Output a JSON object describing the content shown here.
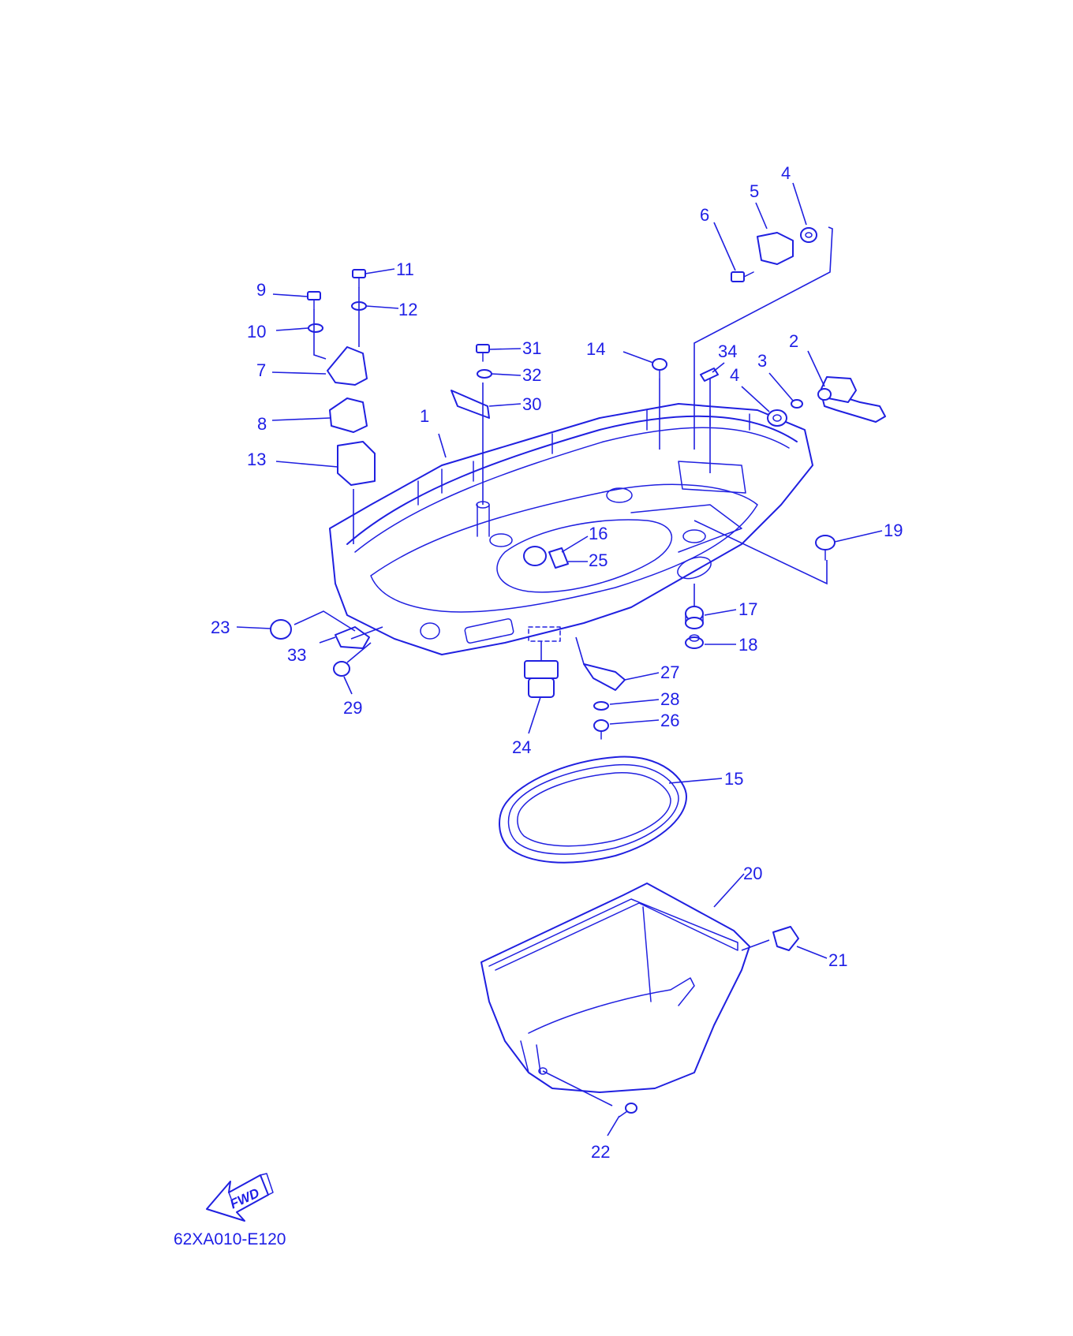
{
  "diagram": {
    "code": "62XA010-E120",
    "fwd_label": "FWD",
    "callouts": {
      "c1": "1",
      "c2": "2",
      "c3": "3",
      "c4a": "4",
      "c4b": "4",
      "c5": "5",
      "c6": "6",
      "c7": "7",
      "c8": "8",
      "c9": "9",
      "c10": "10",
      "c11": "11",
      "c12": "12",
      "c13": "13",
      "c14": "14",
      "c15": "15",
      "c16": "16",
      "c17": "17",
      "c18": "18",
      "c19": "19",
      "c20": "20",
      "c21": "21",
      "c22": "22",
      "c23": "23",
      "c24": "24",
      "c25": "25",
      "c26": "26",
      "c27": "27",
      "c28": "28",
      "c29": "29",
      "c30": "30",
      "c31": "31",
      "c32": "32",
      "c33": "33",
      "c34": "34"
    },
    "ink_color": "#2020e0"
  }
}
